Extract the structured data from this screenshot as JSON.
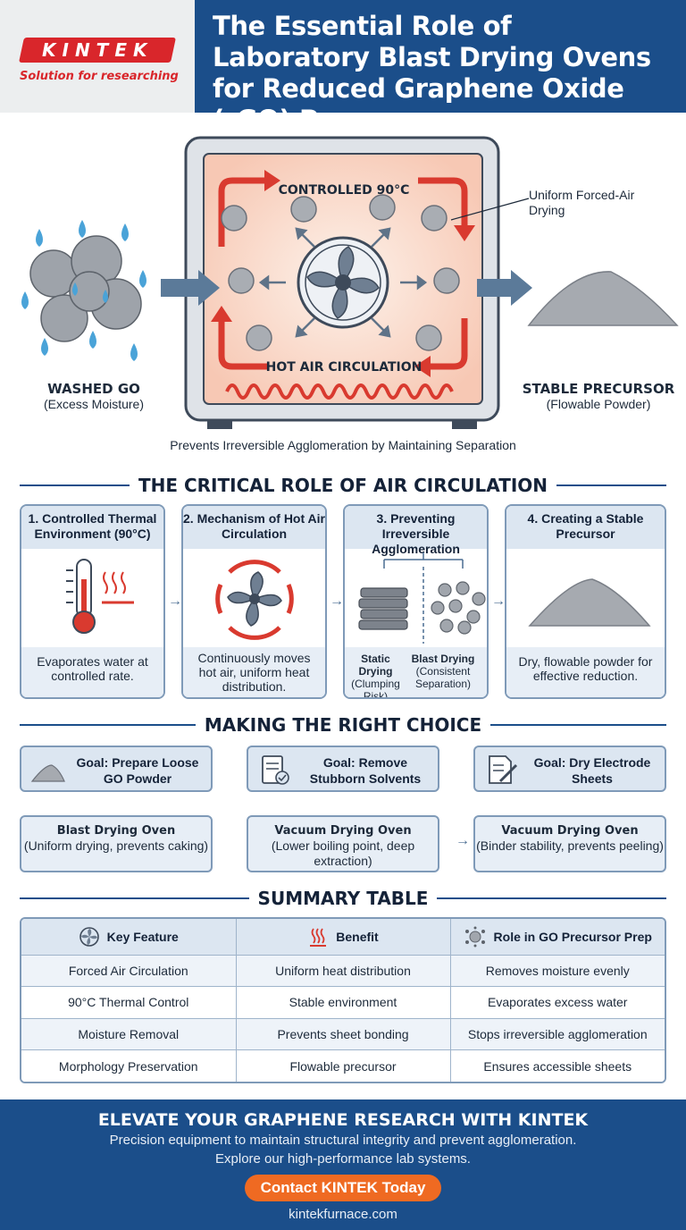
{
  "header": {
    "logo_text": "KINTEK",
    "logo_tagline": "Solution for researching",
    "title": "The Essential Role of Laboratory Blast Drying Ovens for Reduced Graphene Oxide (rGO) Precursors"
  },
  "hero": {
    "oven_top_label": "CONTROLLED 90°C",
    "oven_bottom_label": "HOT AIR CIRCULATION",
    "callout": "Uniform Forced-Air Drying",
    "left_title": "WASHED GO",
    "left_subtitle": "(Excess Moisture)",
    "right_title": "STABLE PRECURSOR",
    "right_subtitle": "(Flowable Powder)",
    "caption": "Prevents Irreversible Agglomeration by Maintaining Separation"
  },
  "sections": {
    "air": "THE CRITICAL ROLE OF AIR CIRCULATION",
    "choice": "MAKING THE RIGHT CHOICE",
    "summary": "SUMMARY TABLE"
  },
  "steps": [
    {
      "title": "1. Controlled Thermal Environment (90°C)",
      "body": "Evaporates water at controlled rate."
    },
    {
      "title": "2. Mechanism of Hot Air Circulation",
      "body": "Continuously moves hot air, uniform heat distribution."
    },
    {
      "title": "3. Preventing Irreversible Agglomeration",
      "left_title": "Static Drying",
      "left_sub": "(Clumping Risk)",
      "right_title": "Blast Drying",
      "right_sub": "(Consistent Separation)"
    },
    {
      "title": "4. Creating a Stable Precursor",
      "body": "Dry, flowable powder for effective reduction."
    }
  ],
  "choices": [
    {
      "goal": "Goal: Prepare Loose GO Powder",
      "icon": "powder-pile-icon",
      "result_title": "Blast Drying Oven",
      "result_sub": "(Uniform drying, prevents caking)"
    },
    {
      "goal": "Goal: Remove Stubborn Solvents",
      "icon": "clipboard-check-icon",
      "result_title": "Vacuum Drying Oven",
      "result_sub": "(Lower boiling point, deep extraction)"
    },
    {
      "goal": "Goal: Dry Electrode Sheets",
      "icon": "document-pen-icon",
      "result_title": "Vacuum Drying Oven",
      "result_sub": "(Binder stability, prevents peeling)"
    }
  ],
  "table": {
    "headers": [
      "Key Feature",
      "Benefit",
      "Role in GO Precursor Prep"
    ],
    "rows": [
      [
        "Forced Air Circulation",
        "Uniform heat distribution",
        "Removes moisture evenly"
      ],
      [
        "90°C Thermal Control",
        "Stable environment",
        "Evaporates excess water"
      ],
      [
        "Moisture Removal",
        "Prevents sheet bonding",
        "Stops irreversible agglomeration"
      ],
      [
        "Morphology Preservation",
        "Flowable precursor",
        "Ensures accessible sheets"
      ]
    ]
  },
  "footer": {
    "title": "ELEVATE YOUR GRAPHENE RESEARCH WITH KINTEK",
    "line1": "Precision equipment to maintain structural integrity and prevent agglomeration.",
    "line2": "Explore our high-performance lab systems.",
    "cta": "Contact KINTEK Today",
    "url": "kintekfurnace.com"
  },
  "colors": {
    "brand_blue": "#1b4e8a",
    "logo_red": "#d9262b",
    "cta_orange": "#ef6a22",
    "heat_red": "#d93a2f"
  }
}
